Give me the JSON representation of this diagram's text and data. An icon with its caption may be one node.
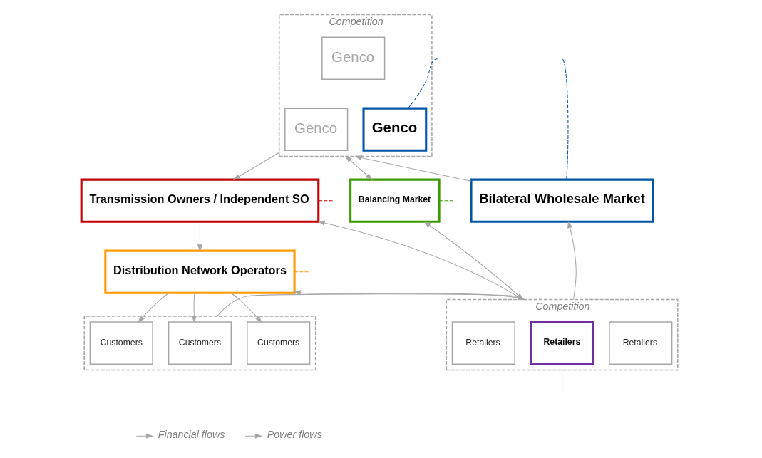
{
  "diagram": {
    "nodes": [
      {
        "text": [
          "Competition"
        ]
      },
      {
        "text": [
          "Genco"
        ],
        "in": 0
      },
      {
        "text": [
          "Genco"
        ],
        "in": 0
      },
      {
        "text": [
          "Genco"
        ],
        "in": 0
      },
      {
        "text": [
          "Transmission Owners / Independent SO"
        ]
      },
      {
        "text": [
          "Bilateral Wholesale Market"
        ]
      },
      {
        "text": [
          "Balancing Market"
        ]
      },
      {
        "text": [
          "Distribution Network Operators"
        ]
      },
      {
        "text": [],
        "shape": "box"
      },
      {
        "text": [
          "Customers"
        ],
        "in": 8
      },
      {
        "text": [
          "Customers"
        ],
        "in": 8
      },
      {
        "text": [
          "Customers"
        ],
        "in": 8
      },
      {
        "text": [
          "Competition"
        ]
      },
      {
        "text": [
          "Retailers"
        ],
        "in": 12
      },
      {
        "text": [
          "Retailers"
        ],
        "in": 12
      },
      {
        "text": [
          "Retailers"
        ],
        "in": 12
      }
    ],
    "edges": [
      {
        "from": 0,
        "to": 4,
        "arrow": "to"
      },
      {
        "from": 4,
        "to": 7,
        "arrow": "to"
      },
      {
        "from": 7,
        "to": 9,
        "arrow": "to"
      },
      {
        "from": 7,
        "to": 10,
        "arrow": "to"
      },
      {
        "from": 7,
        "to": 11,
        "arrow": "to"
      },
      {
        "from": 5,
        "to": 0,
        "arrow": "to"
      },
      {
        "from": 6,
        "to": 0,
        "arrow": "both"
      },
      {
        "from": 12,
        "to": 5,
        "arrow": "to"
      },
      {
        "from": 12,
        "to": 6,
        "arrow": "both"
      },
      {
        "from": 12,
        "to": 4,
        "arrow": "to"
      },
      {
        "from": 12,
        "to": 7,
        "arrow": "to"
      },
      {
        "from": 8,
        "to": 12,
        "arrow": "to"
      },
      {
        "from": 4,
        "to": null,
        "arrow": "none",
        "style": "dashed",
        "color": "#c00000"
      },
      {
        "from": 7,
        "to": null,
        "arrow": "none",
        "style": "dashed",
        "color": "#ff9900"
      },
      {
        "from": 3,
        "to": null,
        "arrow": "none",
        "style": "dashed",
        "color": "#0055a5"
      },
      {
        "from": 5,
        "to": null,
        "arrow": "none",
        "style": "dashed",
        "color": "#0055a5"
      },
      {
        "from": 6,
        "to": null,
        "arrow": "none",
        "style": "dashed",
        "color": "#3a9a00"
      },
      {
        "from": 14,
        "to": null,
        "arrow": "none",
        "style": "dashed",
        "color": "#7030a0"
      }
    ],
    "legend": [
      {
        "text": "Financial flows"
      },
      {
        "text": "Power flows"
      }
    ]
  }
}
